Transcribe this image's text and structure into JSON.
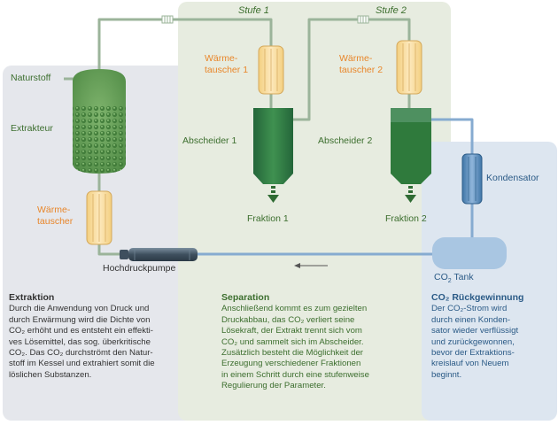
{
  "labels": {
    "stage1": "Stufe 1",
    "stage2": "Stufe 2",
    "natural_substance": "Naturstoff",
    "extractor": "Extrakteur",
    "heat_exchanger_1_line1": "Wärme-",
    "heat_exchanger_1_line2": "tauscher 1",
    "heat_exchanger_2_line1": "Wärme-",
    "heat_exchanger_2_line2": "tauscher 2",
    "heat_exchanger_left_line1": "Wärme-",
    "heat_exchanger_left_line2": "tauscher",
    "separator_1": "Abscheider 1",
    "separator_2": "Abscheider 2",
    "fraction_1": "Fraktion 1",
    "fraction_2": "Fraktion 2",
    "condenser": "Kondensator",
    "pump": "Hochdruckpumpe",
    "co2_tank_prefix": "CO",
    "co2_tank_sub": "2",
    "co2_tank_suffix": " Tank"
  },
  "sections": {
    "extraction": {
      "heading": "Extraktion",
      "lines": [
        "Durch die Anwendung von Druck und",
        "durch Erwärmung wird die Dichte von",
        "CO₂ erhöht und es entsteht ein effekti-",
        "ves Lösemittel, das sog. überkritische",
        "CO₂. Das CO₂ durchströmt den Natur-",
        "stoff im Kessel und extrahiert somit die",
        "löslichen Substanzen."
      ]
    },
    "separation": {
      "heading": "Separation",
      "lines": [
        "Anschließend kommt es zum gezielten",
        "Druckabbau, das CO₂ verliert seine",
        "Lösekraft, der Extrakt trennt sich vom",
        "CO₂ und sammelt sich im Abscheider.",
        "Zusätzlich besteht die Möglichkeit der",
        "Erzeugung verschiedener Fraktionen",
        "in einem Schritt durch eine stufenweise",
        "Regulierung der Parameter."
      ]
    },
    "recovery": {
      "heading": "CO₂ Rückgewinnung",
      "lines": [
        "Der CO₂-Strom wird",
        "durch einen Konden-",
        "sator wieder verflüssigt",
        "und zurückgewonnen,",
        "bevor der Extraktions-",
        "kreislauf von Neuem",
        "beginnt."
      ]
    }
  },
  "colors": {
    "panel_left": "#e5e7ec",
    "panel_mid": "#e7ece0",
    "panel_right": "#dde6f0",
    "pipe_green": "#9bb49a",
    "pipe_blue": "#86abd0",
    "vessel_green": "#5f9a52",
    "separator_green": "#2f7a3c",
    "heat_exchanger": "#f7d99a",
    "tank_blue": "#a9c6e2",
    "label_green": "#3c6e2e",
    "label_orange": "#e8862a",
    "label_blue": "#2a5a86"
  }
}
